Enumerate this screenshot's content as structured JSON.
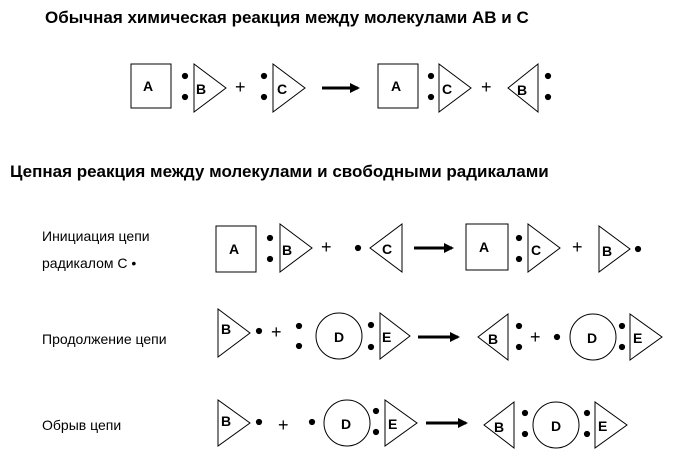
{
  "titles": {
    "ordinary": "Обычная химическая реакция между молекулами АВ и С",
    "chain": "Цепная реакция между молекулами и свободными радикалами"
  },
  "row_labels": {
    "initiation_line1": "Инициация цепи",
    "initiation_line2": "радикалом С",
    "continuation": "Продолжение цепи",
    "termination": "Обрыв цепи"
  },
  "symbols": {
    "A": "A",
    "B": "B",
    "C": "C",
    "D": "D",
    "E": "E",
    "plus": "+",
    "radical_dot": "•"
  }
}
